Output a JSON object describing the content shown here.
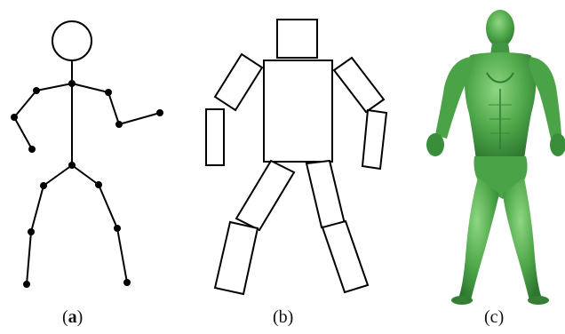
{
  "panels": [
    {
      "id": "a",
      "open": "(",
      "label": "a",
      "close": ")",
      "bold": true
    },
    {
      "id": "b",
      "open": "(",
      "label": "b",
      "close": ")",
      "bold": false
    },
    {
      "id": "c",
      "open": "(",
      "label": "c",
      "close": ")",
      "bold": false
    }
  ],
  "colors": {
    "line": "#000000",
    "skin": "#4fa84a",
    "skin_dark": "#2e7a30",
    "skin_light": "#86d27c"
  }
}
